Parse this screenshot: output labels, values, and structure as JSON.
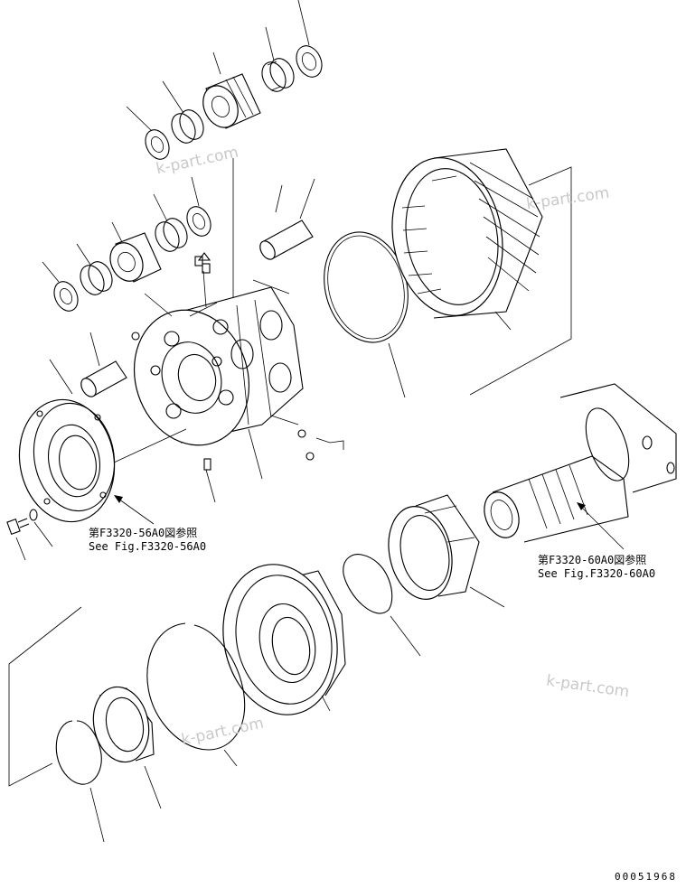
{
  "references": [
    {
      "jp": "第F3320-56A0図参照",
      "en": "See Fig.F3320-56A0"
    },
    {
      "jp": "第F3320-60A0図参照",
      "en": "See Fig.F3320-60A0"
    }
  ],
  "watermark": "k-part.com",
  "drawing_code": "00051968"
}
